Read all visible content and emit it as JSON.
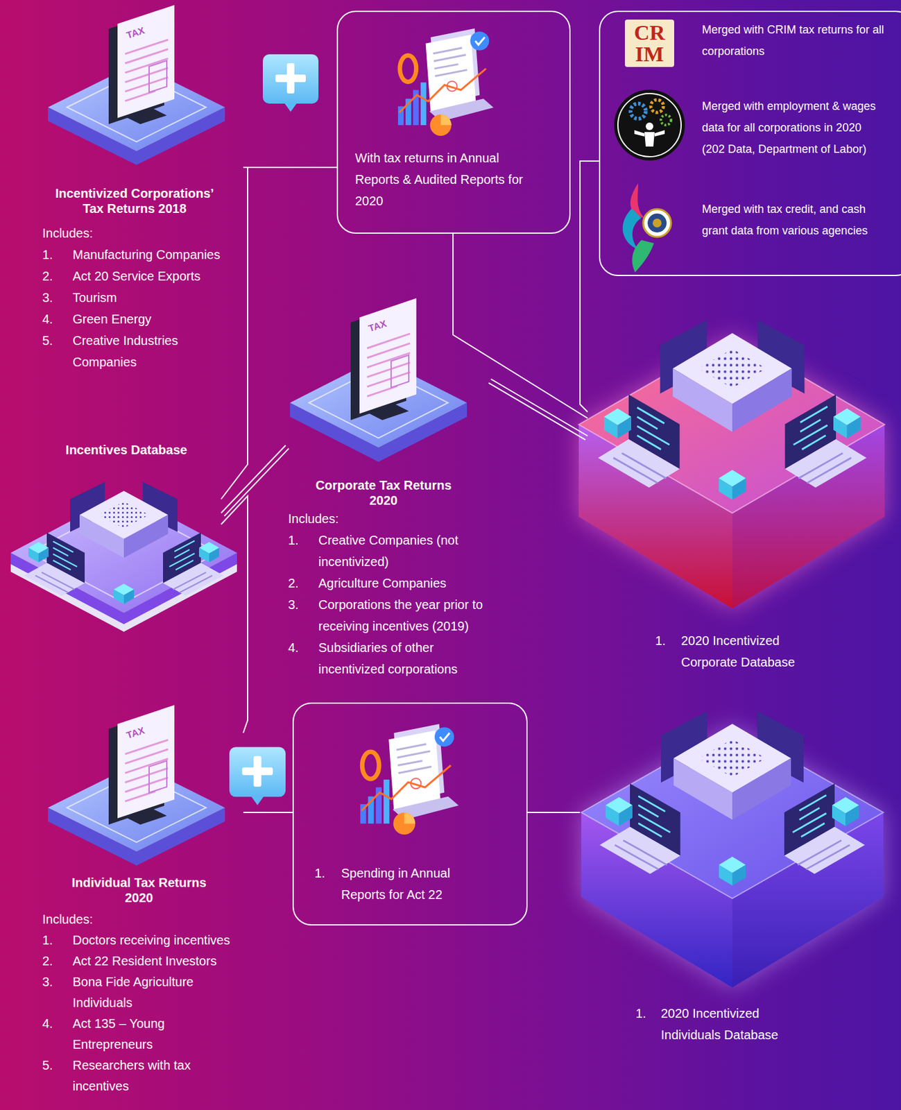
{
  "diagram": {
    "nodes": [
      {
        "text": [
          "Incentivized Corporations’ Tax Returns 2018",
          "Includes:",
          "1.",
          "Manufacturing Companies",
          "2.",
          "Act 20 Service Exports",
          "3.",
          "Tourism",
          "4.",
          "Green Energy",
          "5.",
          "Creative Industries Companies"
        ]
      },
      {
        "text": [
          "With tax returns in Annual Reports & Audited Reports for 2020"
        ]
      },
      {
        "text": [
          "Merged with CRIM tax returns for all corporations",
          "Merged with employment & wages data for all corporations in 2020 (202 Data, Department of Labor)",
          "Merged with tax credit, and cash grant data from various agencies"
        ]
      },
      {
        "text": [
          "Incentives Database"
        ]
      },
      {
        "text": [
          "Corporate Tax Returns 2020",
          "Includes:",
          "1.",
          "Creative Companies (not incentivized)",
          "2.",
          "Agriculture Companies",
          "3.",
          "Corporations the year prior to receiving incentives (2019)",
          "4.",
          "Subsidiaries of other incentivized corporations"
        ]
      },
      {
        "text": [
          "1.",
          "2020 Incentivized Corporate Database"
        ]
      },
      {
        "text": [
          "Individual Tax Returns 2020",
          "Includes:",
          "1.",
          "Doctors receiving incentives",
          "2.",
          "Act 22 Resident Investors",
          "3.",
          "Bona Fide Agriculture Individuals",
          "4.",
          "Act 135 – Young Entrepreneurs",
          "5.",
          "Researchers with tax incentives"
        ]
      },
      {
        "text": [
          "1.",
          "Spending in Annual Reports for Act 22"
        ]
      },
      {
        "text": [
          "1.",
          "2020 Incentivized Individuals Database"
        ]
      }
    ],
    "edges": [
      {
        "from": 0,
        "to": 1,
        "arrow": "none"
      },
      {
        "from": 0,
        "to": 3,
        "arrow": "none"
      },
      {
        "from": 1,
        "to": 5,
        "arrow": "none"
      },
      {
        "from": 2,
        "to": 5,
        "arrow": "none"
      },
      {
        "from": 3,
        "to": 4,
        "arrow": "none"
      },
      {
        "from": 4,
        "to": 5,
        "arrow": "none"
      },
      {
        "from": 3,
        "to": 6,
        "arrow": "none"
      },
      {
        "from": 6,
        "to": 7,
        "arrow": "none"
      },
      {
        "from": 7,
        "to": 8,
        "arrow": "none"
      }
    ],
    "labels": [
      "TAX",
      "TAX",
      "TAX",
      "CRIM"
    ]
  }
}
